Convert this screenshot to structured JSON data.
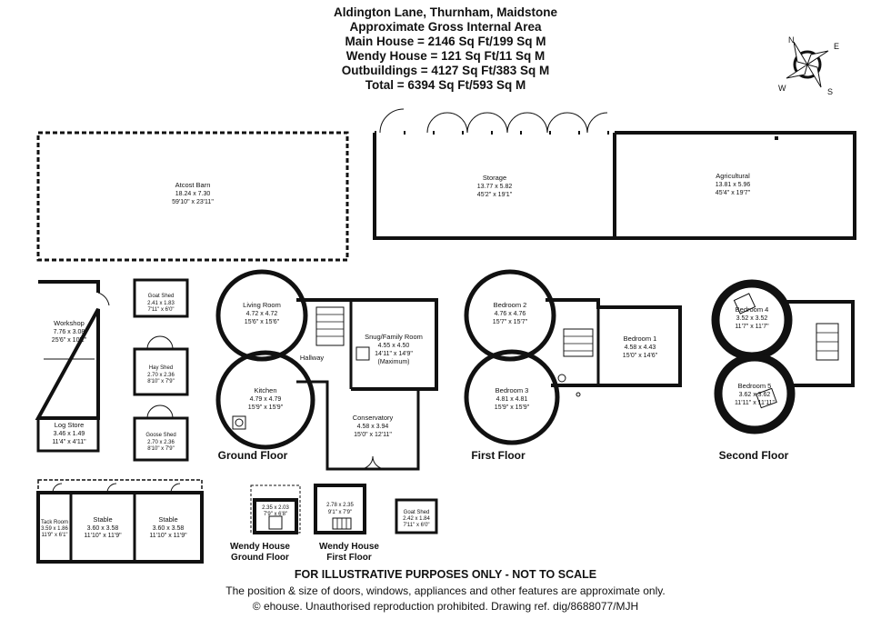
{
  "header": {
    "address": "Aldington Lane, Thurnham, Maidstone",
    "area_title": "Approximate Gross Internal Area",
    "main_house": "Main House = 2146 Sq Ft/199 Sq M",
    "wendy_house": "Wendy House = 121 Sq Ft/11 Sq M",
    "outbuildings": "Outbuildings = 4127 Sq Ft/383 Sq M",
    "total": "Total = 6394 Sq Ft/593 Sq M"
  },
  "compass": {
    "n": "N",
    "e": "E",
    "s": "S",
    "w": "W"
  },
  "outbuildings": {
    "atcost_barn": {
      "name": "Atcost Barn",
      "metric": "18.24 x 7.30",
      "imperial": "59'10\" x 23'11\""
    },
    "storage": {
      "name": "Storage",
      "metric": "13.77 x 5.82",
      "imperial": "45'2\" x 19'1\""
    },
    "agricultural": {
      "name": "Agricultural",
      "metric": "13.81 x 5.96",
      "imperial": "45'4\" x 19'7\""
    },
    "workshop": {
      "name": "Workshop",
      "metric": "7.76 x 3.08",
      "imperial": "25'6\" x 10'1\""
    },
    "log_store": {
      "name": "Log Store",
      "metric": "3.46 x 1.49",
      "imperial": "11'4\" x 4'11\""
    },
    "goat_shed_1": {
      "name": "Goat Shed",
      "metric": "2.41 x 1.83",
      "imperial": "7'11\" x 6'0\""
    },
    "hay_shed": {
      "name": "Hay Shed",
      "metric": "2.70 x 2.36",
      "imperial": "8'10\" x 7'9\""
    },
    "goose_shed": {
      "name": "Goose Shed",
      "metric": "2.70 x 2.36",
      "imperial": "8'10\" x 7'9\""
    },
    "tack_room": {
      "name": "Tack Room",
      "metric": "3.59 x 1.86",
      "imperial": "11'9\" x 6'1\""
    },
    "stable_1": {
      "name": "Stable",
      "metric": "3.60 x 3.58",
      "imperial": "11'10\" x 11'9\""
    },
    "stable_2": {
      "name": "Stable",
      "metric": "3.60 x 3.58",
      "imperial": "11'10\" x 11'9\""
    },
    "goat_shed_2": {
      "name": "Goat Shed",
      "metric": "2.42 x 1.84",
      "imperial": "7'11\" x 6'0\""
    }
  },
  "ground_floor": {
    "label": "Ground Floor",
    "living_room": {
      "name": "Living Room",
      "metric": "4.72 x 4.72",
      "imperial": "15'6\" x 15'6\""
    },
    "kitchen": {
      "name": "Kitchen",
      "metric": "4.79 x 4.79",
      "imperial": "15'9\" x 15'9\""
    },
    "hallway": {
      "name": "Hallway"
    },
    "snug": {
      "name": "Snug/Family Room",
      "metric": "4.55 x 4.50",
      "imperial": "14'11\" x 14'9\"",
      "note": "(Maximum)"
    },
    "conservatory": {
      "name": "Conservatory",
      "metric": "4.58 x 3.94",
      "imperial": "15'0\" x 12'11\""
    }
  },
  "first_floor": {
    "label": "First Floor",
    "bedroom_2": {
      "name": "Bedroom 2",
      "metric": "4.76 x 4.76",
      "imperial": "15'7\" x 15'7\""
    },
    "bedroom_3": {
      "name": "Bedroom 3",
      "metric": "4.81 x 4.81",
      "imperial": "15'9\" x 15'9\""
    },
    "bedroom_1": {
      "name": "Bedroom 1",
      "metric": "4.58 x 4.43",
      "imperial": "15'0\" x 14'6\""
    }
  },
  "second_floor": {
    "label": "Second Floor",
    "bedroom_4": {
      "name": "Bedroom 4",
      "metric": "3.52 x 3.52",
      "imperial": "11'7\" x 11'7\""
    },
    "bedroom_5": {
      "name": "Bedroom 5",
      "metric": "3.62 x 3.62",
      "imperial": "11'11\" x 11'11\""
    }
  },
  "wendy_house": {
    "ground": {
      "metric": "2.35 x 2.03",
      "imperial": "7'9\" x 6'8\"",
      "label_line1": "Wendy House",
      "label_line2": "Ground Floor"
    },
    "first": {
      "metric": "2.78 x 2.35",
      "imperial": "9'1\" x 7'9\"",
      "label_line1": "Wendy House",
      "label_line2": "First Floor"
    }
  },
  "footer": {
    "disclaimer": "FOR ILLUSTRATIVE PURPOSES ONLY - NOT TO SCALE",
    "approximate": "The position & size of doors, windows, appliances and other features are approximate only.",
    "copyright": "© ehouse. Unauthorised reproduction prohibited. Drawing ref. dig/8688077/MJH"
  }
}
